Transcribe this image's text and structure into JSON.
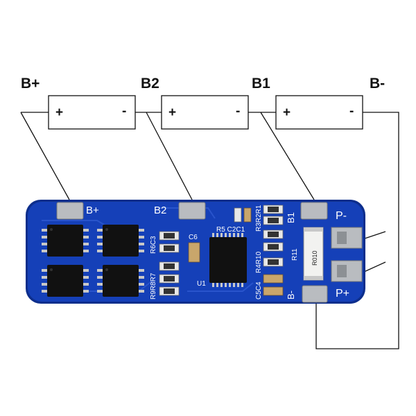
{
  "nodes": {
    "b_plus": "B+",
    "b2": "B2",
    "b1": "B1",
    "b_minus": "B-"
  },
  "cells": [
    {
      "positive": "+",
      "negative": "-"
    },
    {
      "positive": "+",
      "negative": "-"
    },
    {
      "positive": "+",
      "negative": "-"
    }
  ],
  "board": {
    "pad_b_plus": "B+",
    "pad_b2": "B2",
    "pad_b1": "B1",
    "pad_b_minus": "B-",
    "pad_p_minus": "P-",
    "pad_p_plus": "P+",
    "sense_resistor": "R010",
    "refs": {
      "r6c3": "R6C3",
      "r9r8r7": "R9R8R7",
      "c6": "C6",
      "u1": "U1",
      "r5c2c1": "R5 C2C1",
      "r3r2r1": "R3R2R1",
      "r4r10": "R4R10",
      "c5c4": "C5C4",
      "r11": "R11"
    }
  },
  "colors": {
    "pcb": "#1540b8",
    "pcb_edge": "#0d2e8c",
    "pad": "#b9bcc0",
    "wire": "#111111"
  }
}
